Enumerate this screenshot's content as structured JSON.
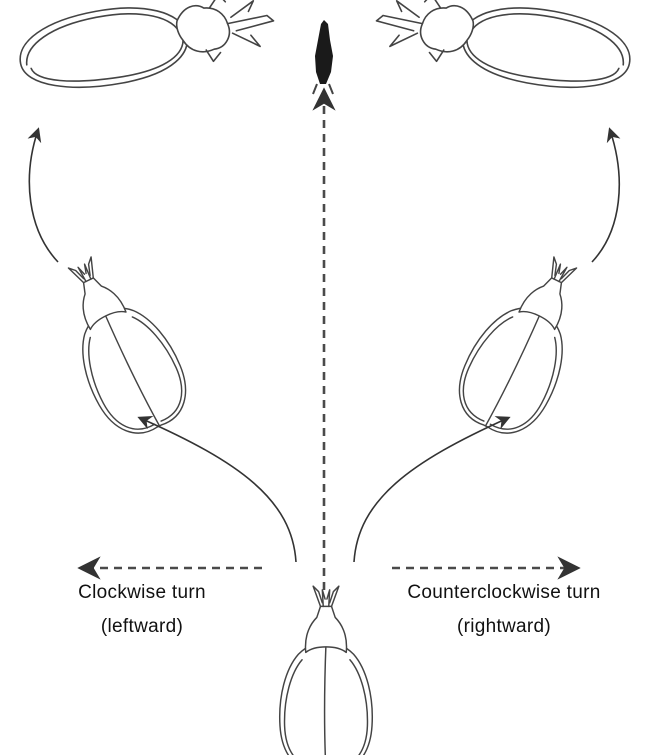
{
  "labels": {
    "left_line1": "Clockwise turn",
    "left_line2": "(leftward)",
    "right_line1": "Counterclockwise turn",
    "right_line2": "(rightward)"
  },
  "colors": {
    "line": "#444444",
    "text": "#111111",
    "background": "#ffffff"
  }
}
